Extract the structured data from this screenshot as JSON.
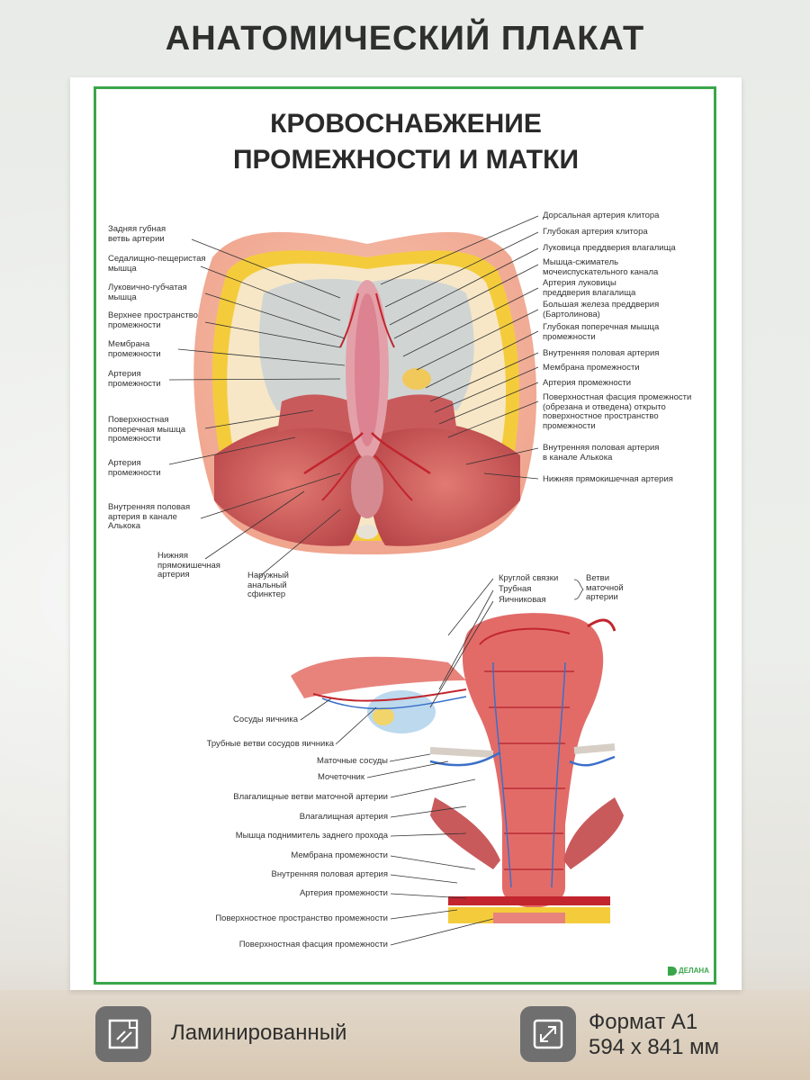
{
  "heading": "АНАТОМИЧЕСКИЙ ПЛАКАТ",
  "poster": {
    "title_line1": "КРОВОСНАБЖЕНИЕ",
    "title_line2": "ПРОМЕЖНОСТИ И МАТКИ",
    "logo": "ДЕЛАНА",
    "top_left_labels": [
      "Задняя губная\nветвь артерии",
      "Седалищно-пещеристая\nмышца",
      "Луковично-губчатая\nмышца",
      "Верхнее пространство\nпромежности",
      "Мембрана\nпромежности",
      "Артерия\nпромежности",
      "Поверхностная\nпоперечная мышца\nпромежности",
      "Артерия\nпромежности",
      "Внутренняя половая\nартерия в канале\nАлькока",
      "Нижняя\nпрямокишечная\nартерия",
      "Наружный\nанальный\nсфинктер"
    ],
    "top_right_labels": [
      "Дорсальная артерия клитора",
      "Глубокая артерия клитора",
      "Луковица преддверия  влагалища",
      "Мышца-сжиматель\nмочеиспускательного канала",
      "Артерия луковицы\nпреддверия влагалища",
      "Большая железа преддверия\n(Бартолинова)",
      "Глубокая поперечная мышца\nпромежности",
      "Внутренняя половая артерия",
      "Мембрана промежности",
      "Артерия промежности",
      "Поверхностная фасция промежности\n(обрезана и отведена) открыто\nповерхностное пространство\nпромежности",
      "Внутренняя половая артерия\nв канале Алькока",
      "Нижняя прямокишечная артерия"
    ],
    "uterine_branches": [
      "Круглой связки",
      "Трубная",
      "Яичниковая"
    ],
    "uterine_branches_group": "Ветви\nматочной\nартерии",
    "bottom_labels": [
      "Сосуды яичника",
      "Трубные ветви сосудов яичника",
      "Маточные сосуды",
      "Мочеточник",
      "Влагалищные ветви маточной артерии",
      "Влагалищная артерия",
      "Мышца поднимитель заднего прохода",
      "Мембрана промежности",
      "Внутренняя половая артерия",
      "Артерия промежности",
      "Поверхностное пространство промежности",
      "Поверхностная фасция промежности"
    ]
  },
  "features": {
    "laminated": "Ламинированный",
    "format": "Формат А1\n594 х 841 мм"
  },
  "colors": {
    "frame": "#3aa64a",
    "artery": "#d8353a",
    "vein": "#3a6fc9",
    "icon_bg": "#6f6f6f"
  }
}
